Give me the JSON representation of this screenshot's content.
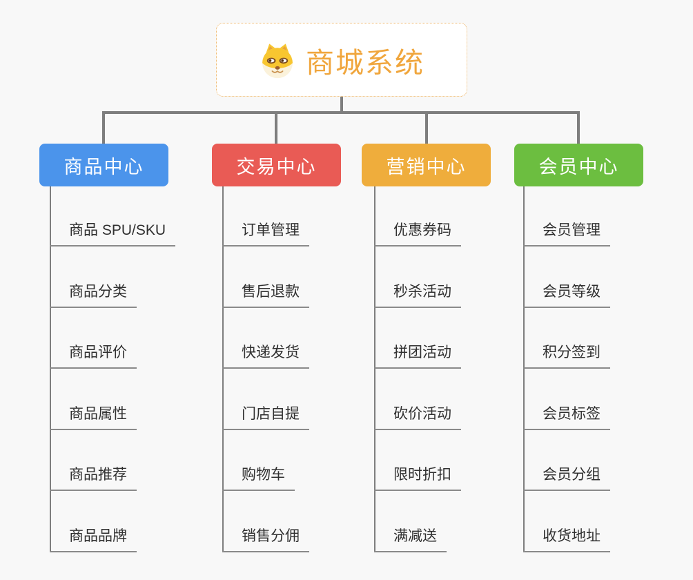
{
  "root": {
    "title": "商城系统",
    "icon": "dog-face-icon",
    "title_color": "#F0A63D",
    "border_color": "#EEB566",
    "background": "#FFFFFF"
  },
  "connector_color": "#7E7E7E",
  "page_background": "#F8F8F8",
  "child_text_color": "#303030",
  "child_underline_color": "#8A8A8A",
  "branches": [
    {
      "label": "商品中心",
      "color": "#4B94EB",
      "children": [
        "商品 SPU/SKU",
        "商品分类",
        "商品评价",
        "商品属性",
        "商品推荐",
        "商品品牌"
      ]
    },
    {
      "label": "交易中心",
      "color": "#E95B55",
      "children": [
        "订单管理",
        "售后退款",
        "快递发货",
        "门店自提",
        "购物车",
        "销售分佣"
      ]
    },
    {
      "label": "营销中心",
      "color": "#EFAD3C",
      "children": [
        "优惠券码",
        "秒杀活动",
        "拼团活动",
        "砍价活动",
        "限时折扣",
        "满减送"
      ]
    },
    {
      "label": "会员中心",
      "color": "#6CBE40",
      "children": [
        "会员管理",
        "会员等级",
        "积分签到",
        "会员标签",
        "会员分组",
        "收货地址"
      ]
    }
  ]
}
